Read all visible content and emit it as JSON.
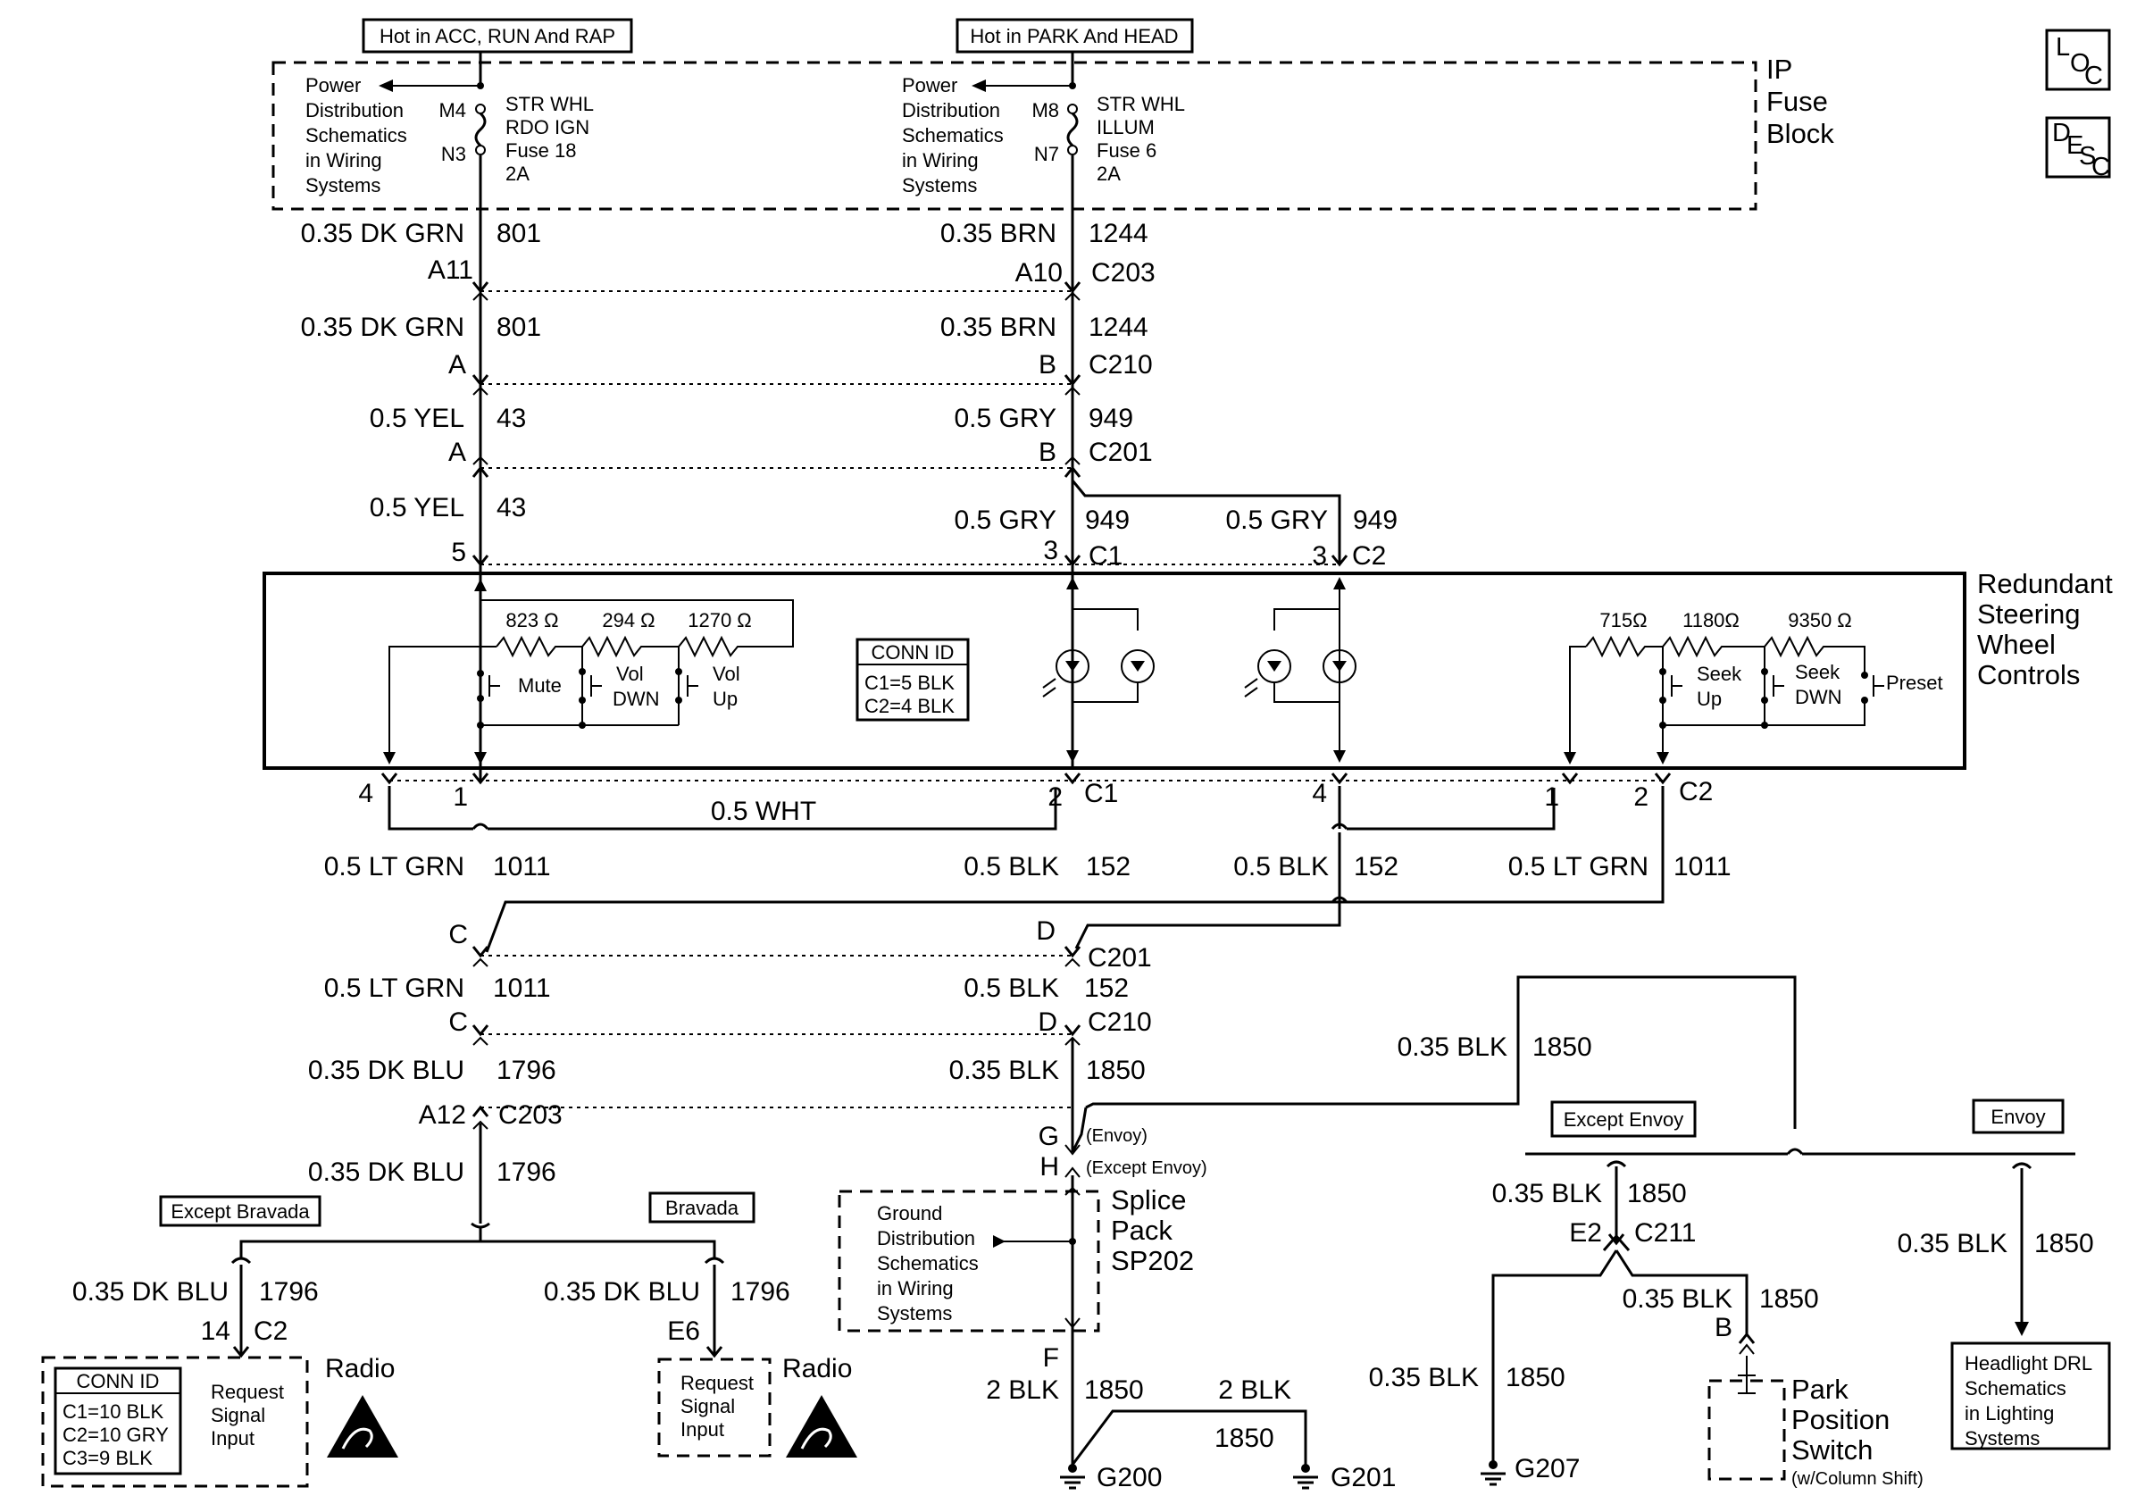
{
  "hot_labels": {
    "left": "Hot in ACC, RUN And RAP",
    "right": "Hot in PARK And HEAD"
  },
  "fuse_block": {
    "title_1": "IP",
    "title_2": "Fuse",
    "title_3": "Block",
    "left": {
      "ref": [
        "Power",
        "Distribution",
        "Schematics",
        "in Wiring",
        "Systems"
      ],
      "pin_in": "M4",
      "pin_out": "N3",
      "desc": [
        "STR WHL",
        "RDO IGN",
        "Fuse 18",
        "2A"
      ]
    },
    "right": {
      "ref": [
        "Power",
        "Distribution",
        "Schematics",
        "in Wiring",
        "Systems"
      ],
      "pin_in": "M8",
      "pin_out": "N7",
      "desc": [
        "STR WHL",
        "ILLUM",
        "Fuse 6",
        "2A"
      ]
    }
  },
  "loc_icon": {
    "l": "L",
    "o": "O",
    "c": "C"
  },
  "desc_icon": {
    "d": "D",
    "e": "E",
    "s": "S",
    "c": "C"
  },
  "wires": {
    "w801a": {
      "spec": "0.35 DK GRN",
      "circuit": "801"
    },
    "w1244a": {
      "spec": "0.35 BRN",
      "circuit": "1244"
    },
    "c203a": {
      "left_pin": "A11",
      "right_pin": "A10",
      "name": "C203"
    },
    "w801b": {
      "spec": "0.35 DK GRN",
      "circuit": "801"
    },
    "w1244b": {
      "spec": "0.35 BRN",
      "circuit": "1244"
    },
    "c210a": {
      "left_pin": "A",
      "right_pin": "B",
      "name": "C210"
    },
    "w43a": {
      "spec": "0.5 YEL",
      "circuit": "43"
    },
    "w949a": {
      "spec": "0.5 GRY",
      "circuit": "949"
    },
    "c201a": {
      "left_pin": "A",
      "right_pin": "B",
      "name": "C201"
    },
    "w43b": {
      "spec": "0.5 YEL",
      "circuit": "43"
    },
    "w949b": {
      "spec": "0.5 GRY",
      "circuit": "949"
    },
    "w949c": {
      "spec": "0.5 GRY",
      "circuit": "949"
    },
    "top_pins": {
      "p5": "5",
      "p3a": "3",
      "c1": "C1",
      "p3b": "3",
      "c2": "C2"
    },
    "bot_pins": {
      "p4a": "4",
      "p1a": "1",
      "p2a": "2",
      "c1": "C1",
      "p4b": "4",
      "p1b": "1",
      "p2b": "2",
      "c2": "C2"
    },
    "wht": "0.5 WHT",
    "w1011a": {
      "spec": "0.5 LT GRN",
      "circuit": "1011"
    },
    "w152a": {
      "spec": "0.5 BLK",
      "circuit": "152"
    },
    "w152b": {
      "spec": "0.5 BLK",
      "circuit": "152"
    },
    "w1011b": {
      "spec": "0.5 LT GRN",
      "circuit": "1011"
    },
    "c201b": {
      "left_pin": "C",
      "right_pin": "D",
      "name": "C201"
    },
    "w1011c": {
      "spec": "0.5 LT GRN",
      "circuit": "1011"
    },
    "w152c": {
      "spec": "0.5 BLK",
      "circuit": "152"
    },
    "c210b": {
      "left_pin": "C",
      "right_pin": "D",
      "name": "C210"
    },
    "w1796a": {
      "spec": "0.35 DK BLU",
      "circuit": "1796"
    },
    "w1850a": {
      "spec": "0.35 BLK",
      "circuit": "1850"
    },
    "w1850top": {
      "spec": "0.35 BLK",
      "circuit": "1850"
    },
    "c203b": {
      "left_pin": "A12",
      "name": "C203"
    },
    "g_pin": "G",
    "g_note": "(Envoy)",
    "h_pin": "H",
    "h_note": "(Except Envoy)",
    "w1796b": {
      "spec": "0.35 DK BLU",
      "circuit": "1796"
    }
  },
  "controls": {
    "title_1": "Redundant",
    "title_2": "Steering",
    "title_3": "Wheel",
    "title_4": "Controls",
    "r1": "823 Ω",
    "r2": "294 Ω",
    "r3": "1270 Ω",
    "sw_mute": "Mute",
    "sw_vol_dwn_1": "Vol",
    "sw_vol_dwn_2": "DWN",
    "sw_vol_up_1": "Vol",
    "sw_vol_up_2": "Up",
    "conn_id_title": "CONN ID",
    "conn_id_1": "C1=5 BLK",
    "conn_id_2": "C2=4 BLK",
    "r4": "715Ω",
    "r5": "1180Ω",
    "r6": "9350 Ω",
    "sw_seek_up_1": "Seek",
    "sw_seek_up_2": "Up",
    "sw_seek_dwn_1": "Seek",
    "sw_seek_dwn_2": "DWN",
    "sw_preset": "Preset"
  },
  "radio_left": {
    "tag": "Except Bravada",
    "spec": "0.35 DK BLU",
    "circuit": "1796",
    "pin": "14",
    "conn": "C2",
    "conn_id_title": "CONN ID",
    "conn_ids": [
      "C1=10 BLK",
      "C2=10 GRY",
      "C3=9 BLK"
    ],
    "input": [
      "Request",
      "Signal",
      "Input"
    ],
    "name": "Radio"
  },
  "radio_right": {
    "tag": "Bravada",
    "spec": "0.35 DK BLU",
    "circuit": "1796",
    "pin": "E6",
    "input": [
      "Request",
      "Signal",
      "Input"
    ],
    "name": "Radio"
  },
  "ground_ref": [
    "Ground",
    "Distribution",
    "Schematics",
    "in Wiring",
    "Systems"
  ],
  "splice": {
    "l1": "Splice",
    "l2": "Pack",
    "l3": "SP202"
  },
  "grounds": {
    "pin_f": "F",
    "w2a": {
      "spec": "2 BLK",
      "circuit": "1850"
    },
    "w2b": {
      "spec": "2 BLK",
      "circuit": "1850"
    },
    "g200": "G200",
    "g201": "G201",
    "g207": "G207"
  },
  "envoy_branch": {
    "except_envoy": "Except Envoy",
    "envoy": "Envoy",
    "w_c211": {
      "spec": "0.35 BLK",
      "circuit": "1850"
    },
    "pin_e2": "E2",
    "c211": "C211",
    "w_park": {
      "spec": "0.35 BLK",
      "circuit": "1850"
    },
    "pin_b": "B",
    "w_g207": {
      "spec": "0.35 BLK",
      "circuit": "1850"
    },
    "park": [
      "Park",
      "Position",
      "Switch"
    ],
    "park_note": "(w/Column Shift)",
    "w_headlight": {
      "spec": "0.35 BLK",
      "circuit": "1850"
    },
    "headlight": [
      "Headlight DRL",
      "Schematics",
      "in Lighting",
      "Systems"
    ]
  }
}
